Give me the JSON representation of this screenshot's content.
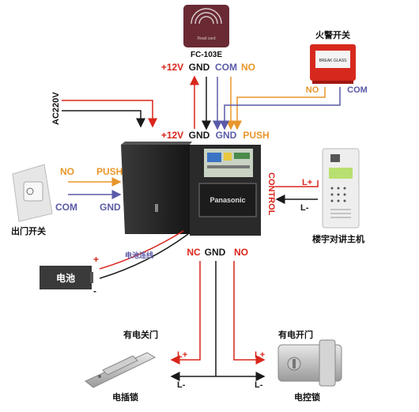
{
  "reader": {
    "model": "FC-103E",
    "card_text": "Read card"
  },
  "fire_alarm": {
    "title": "火警开关",
    "panel_text": "BREAK GLASS",
    "no": "NO",
    "com": "COM"
  },
  "top_terminals": {
    "v12": "+12V",
    "gnd": "GND",
    "com": "COM",
    "no": "NO"
  },
  "box_terminals": {
    "v12": "+12V",
    "gnd": "GND",
    "gnd2": "GND",
    "push": "PUSH"
  },
  "ac_input": "AC220V",
  "control_label": "CONTROL",
  "exit_button": {
    "title": "出门开关",
    "no": "NO",
    "com": "COM",
    "push": "PUSH",
    "gnd": "GND"
  },
  "intercom": {
    "title": "楼宇对讲主机",
    "lplus": "L+",
    "lminus": "L-"
  },
  "battery": {
    "label": "电池",
    "plus": "+",
    "minus": "-",
    "conn": "电池连线"
  },
  "battery_brand": "Panasonic",
  "lock_terminals": {
    "nc": "NC",
    "gnd": "GND",
    "no": "NO"
  },
  "lock_left": {
    "title": "有电关门",
    "name": "电插锁",
    "lplus": "L+",
    "lminus": "L-"
  },
  "lock_right": {
    "title": "有电开门",
    "name": "电控锁",
    "lplus": "L+",
    "lminus": "L-"
  },
  "colors": {
    "red": "#d9261c",
    "black": "#1a1a1a",
    "blue": "#5a5aa8",
    "orange": "#e8962a"
  }
}
